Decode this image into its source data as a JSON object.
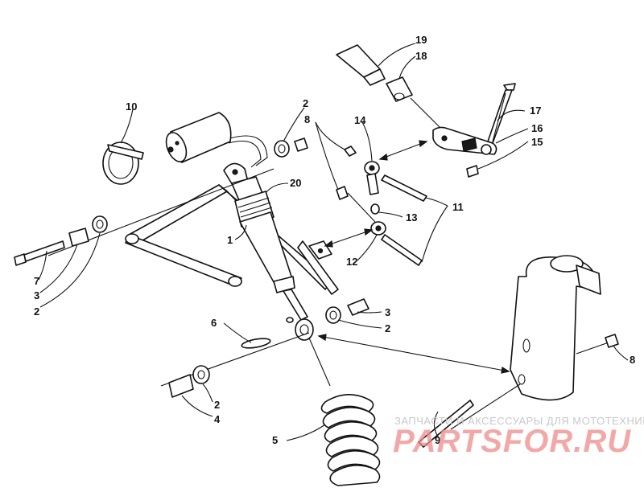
{
  "callouts": {
    "c1": "1",
    "c2a": "2",
    "c2b": "2",
    "c2c": "2",
    "c2d": "2",
    "c3a": "3",
    "c3b": "3",
    "c4": "4",
    "c5": "5",
    "c6": "6",
    "c7": "7",
    "c8a": "8",
    "c8b": "8",
    "c9": "9",
    "c10": "10",
    "c11": "11",
    "c12": "12",
    "c13": "13",
    "c14": "14",
    "c15": "15",
    "c16": "16",
    "c17": "17",
    "c18": "18",
    "c19": "19",
    "c20": "20"
  },
  "watermark": {
    "subtitle": "ЗАПЧАСТИ И АКСЕССУАРЫ ДЛЯ МОТОТЕХНИКИ",
    "logo": "PARTSFOR.RU"
  },
  "colors": {
    "ink": "#111111",
    "watermark_red": "#f08c8c",
    "watermark_gray": "#c9c9c9"
  }
}
